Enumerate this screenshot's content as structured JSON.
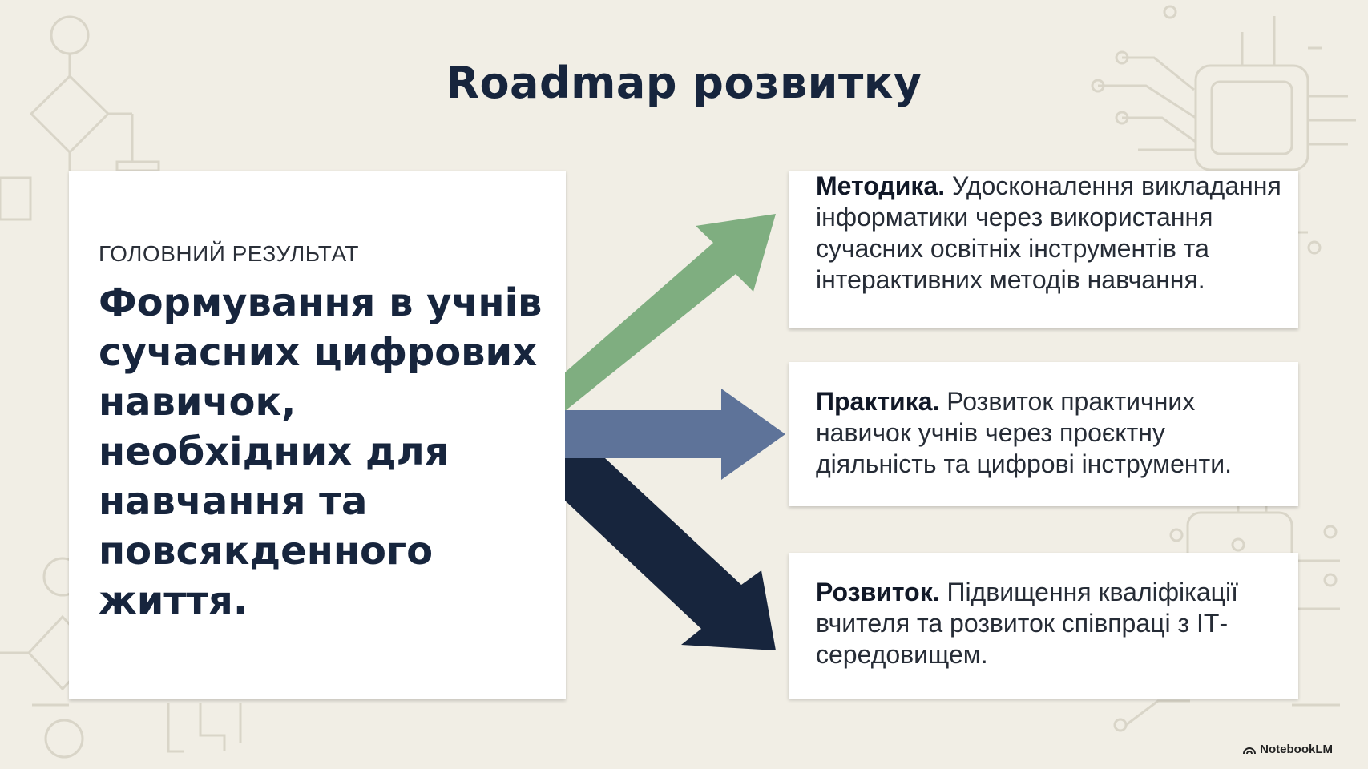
{
  "title": "Roadmap розвитку",
  "main": {
    "label": "ГОЛОВНИЙ РЕЗУЛЬТАТ",
    "text": "Формування в учнів сучасних цифрових навичок, необхідних для навчання та повсякденного життя."
  },
  "cards": [
    {
      "heading": "Методика.",
      "body": "Удосконалення викладання інформатики через використання сучасних освітніх інструментів та інтерактивних методів навчання."
    },
    {
      "heading": "Практика.",
      "body": "Розвиток практичних навичок учнів через проєктну діяльність та цифрові інструменти."
    },
    {
      "heading": "Розвиток.",
      "body": "Підвищення кваліфікації вчителя та розвиток співпраці з ІТ-середовищем."
    }
  ],
  "arrows": {
    "up_color": "#7fae80",
    "middle_color": "#5e7399",
    "down_color": "#17253d"
  },
  "brand": {
    "name": "NotebookLM",
    "icon": "notebooklm-logo-icon"
  }
}
